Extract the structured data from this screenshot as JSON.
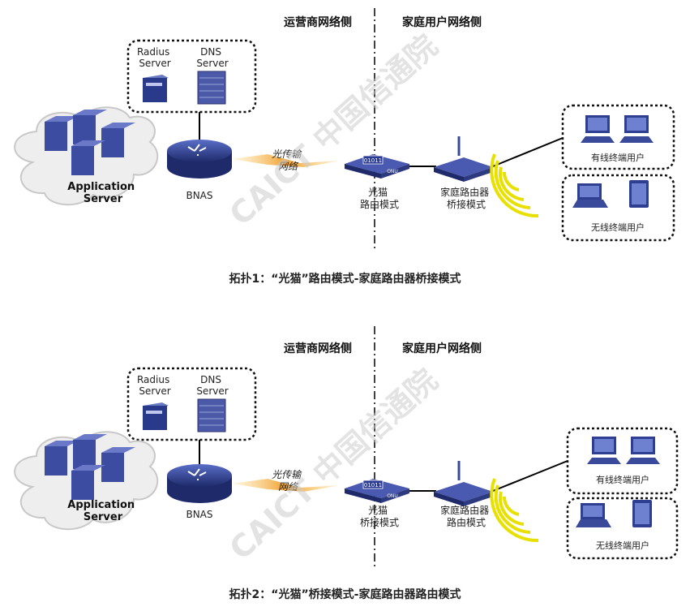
{
  "panels": [
    {
      "operator_side": "运营商网络侧",
      "home_side": "家庭用户网络侧",
      "servers": {
        "radius": [
          "Radius",
          "Server"
        ],
        "dns": [
          "DNS",
          "Server"
        ]
      },
      "cloud_label": [
        "Application",
        "Server"
      ],
      "bnas": "BNAS",
      "fiber": [
        "光传输",
        "网络"
      ],
      "onu_chip": "01011",
      "onu_tag": "ONU",
      "onu_mode": [
        "光猫",
        "路由模式"
      ],
      "router_mode": [
        "家庭路由器",
        "桥接模式"
      ],
      "wired_users": "有线终端用户",
      "wireless_users": "无线终端用户",
      "watermark": "CAICT 中国信通院",
      "caption": "拓扑1：“光猫”路由模式-家庭路由器桥接模式"
    },
    {
      "operator_side": "运营商网络侧",
      "home_side": "家庭用户网络侧",
      "servers": {
        "radius": [
          "Radius",
          "Server"
        ],
        "dns": [
          "DNS",
          "Server"
        ]
      },
      "cloud_label": [
        "Application",
        "Server"
      ],
      "bnas": "BNAS",
      "fiber": [
        "光传输",
        "网络"
      ],
      "onu_chip": "01011",
      "onu_tag": "ONU",
      "onu_mode": [
        "光猫",
        "桥接模式"
      ],
      "router_mode": [
        "家庭路由器",
        "路由模式"
      ],
      "wired_users": "有线终端用户",
      "wireless_users": "无线终端用户",
      "watermark": "CAICT 中国信通院",
      "caption": "拓扑2：“光猫”桥接模式-家庭路由器路由模式"
    }
  ],
  "colors": {
    "device": "#3a4a9a",
    "fiber": "#f0a030",
    "wifi": "#e8e000"
  }
}
